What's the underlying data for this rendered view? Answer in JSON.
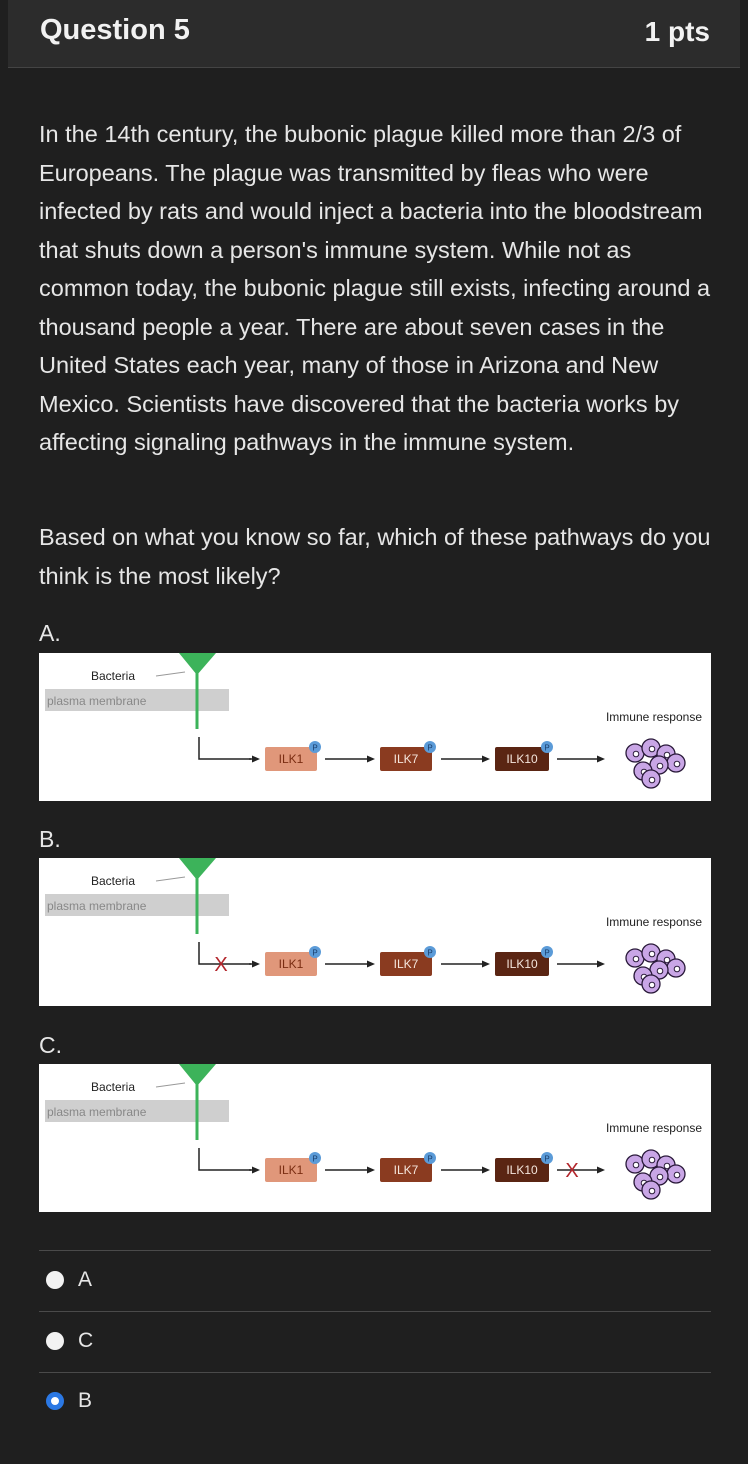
{
  "question": {
    "title": "Question 5",
    "points": "1 pts"
  },
  "body": {
    "paragraph1": "In the 14th century, the bubonic plague killed more than 2/3 of Europeans. The plague was transmitted by fleas who were infected by rats and would inject a bacteria into the bloodstream that shuts down a person's immune system. While not as common today, the bubonic plague still exists, infecting around a thousand people a year. There are about seven cases in the United States each year, many of those in Arizona and New Mexico. Scientists have discovered that the bacteria works by affecting signaling pathways in the immune system.",
    "paragraph2": "Based on what you know so far, which of these pathways do you think is the most likely?"
  },
  "options": [
    {
      "letter": "A.",
      "blocked_step": "none"
    },
    {
      "letter": "B.",
      "blocked_step": "receptor-to-ILK1"
    },
    {
      "letter": "C.",
      "blocked_step": "ILK10-to-response"
    }
  ],
  "diagram": {
    "bacteria_label": "Bacteria",
    "membrane_label": "plasma membrane",
    "response_label": "Immune response",
    "kinases": [
      "ILK1",
      "ILK7",
      "ILK10"
    ],
    "phospho_label": "P",
    "block_mark": "X",
    "colors": {
      "receptor": "#3cb35a",
      "membrane": "#cfcfcf",
      "ilk1": "#e0977a",
      "ilk7": "#8a3b20",
      "ilk10": "#5a2513",
      "phospho": "#5b9bd8",
      "block": "#b3262c",
      "cells": "#c9a6e6"
    }
  },
  "answers": [
    {
      "label": "A",
      "selected": false
    },
    {
      "label": "C",
      "selected": false
    },
    {
      "label": "B",
      "selected": true
    }
  ],
  "accent_color": "#2b78e4"
}
